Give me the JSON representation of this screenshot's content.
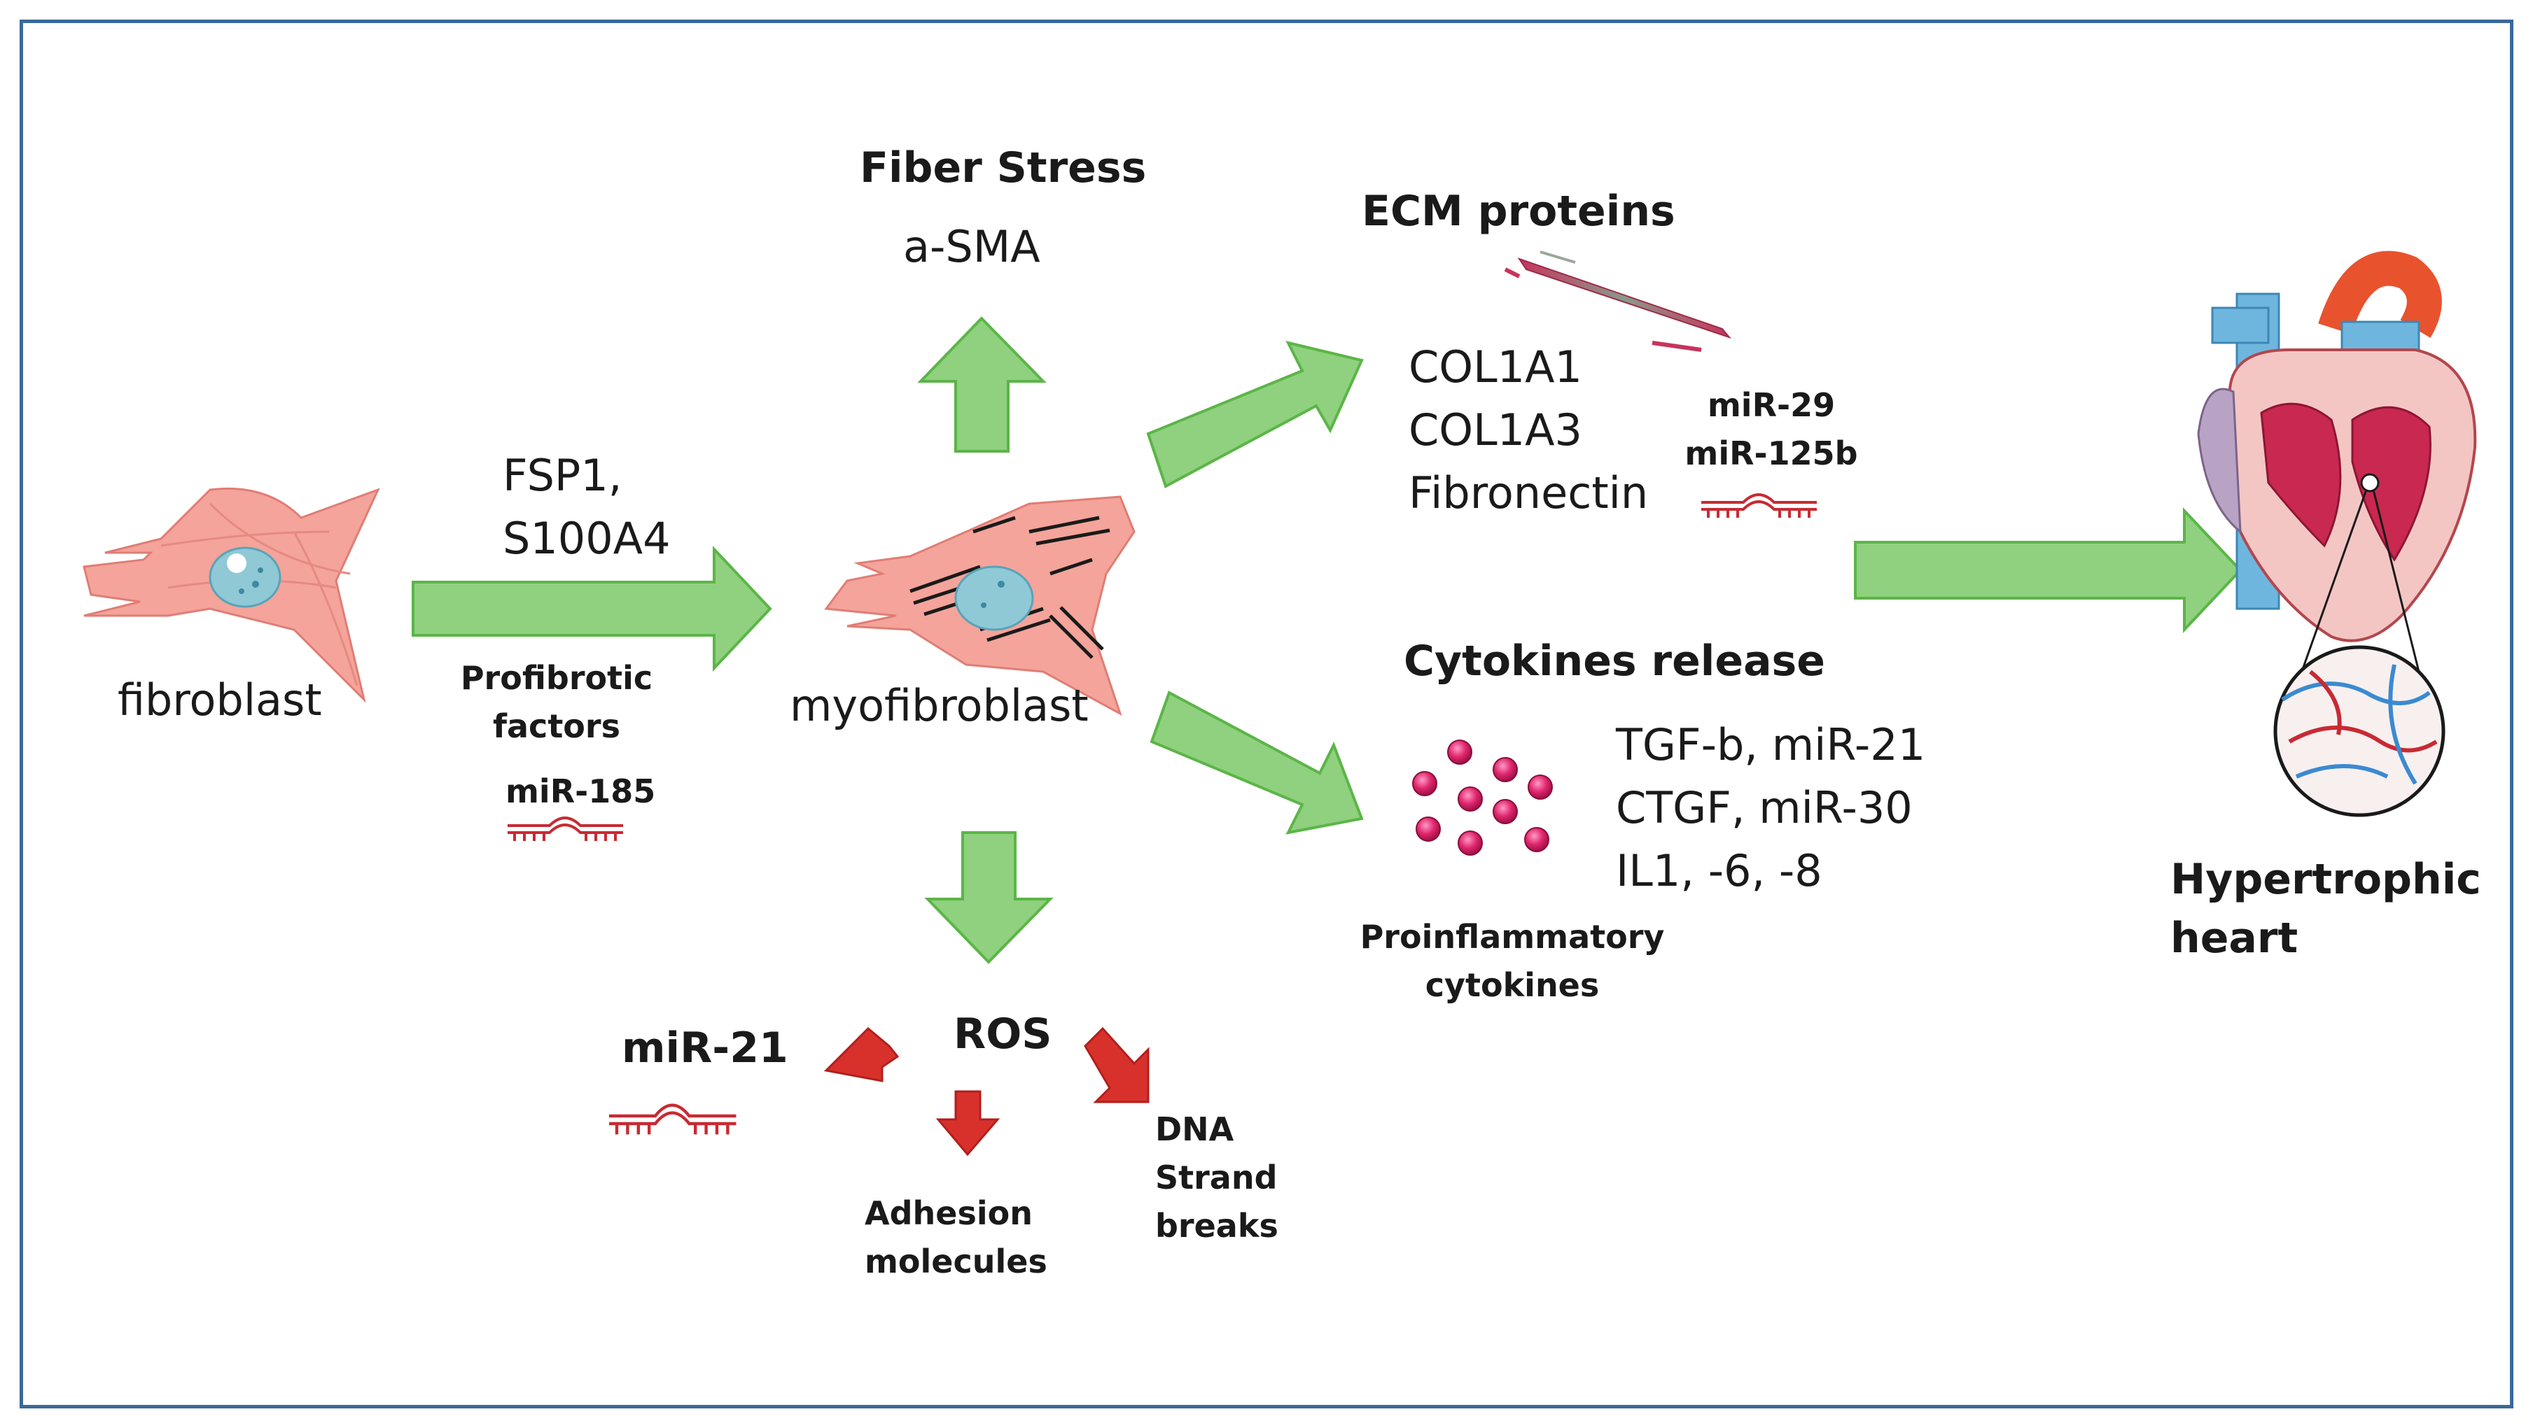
{
  "cells": {
    "fibroblast": "fibroblast",
    "myofibroblast": "myofibroblast"
  },
  "markers": {
    "line1": "FSP1,",
    "line2": "S100A4"
  },
  "profibrotic": {
    "line1": "Profibrotic",
    "line2": "factors",
    "mirna": "miR-185"
  },
  "fiber_stress": {
    "title": "Fiber Stress",
    "item": "a-SMA"
  },
  "ecm": {
    "title": "ECM proteins",
    "items": [
      "COL1A1",
      "COL1A3",
      "Fibronectin"
    ],
    "mirna1": "miR-29",
    "mirna2": "miR-125b"
  },
  "cytokines": {
    "title": "Cytokines release",
    "items": [
      "TGF-b, miR-21",
      "CTGF, miR-30",
      "IL1, -6, -8"
    ],
    "caption1": "Proinflammatory",
    "caption2": "cytokines"
  },
  "ros": {
    "title": "ROS",
    "mirna": "miR-21",
    "adhesion1": "Adhesion",
    "adhesion2": "molecules",
    "dna1": "DNA",
    "dna2": "Strand",
    "dna3": "breaks"
  },
  "heart": {
    "line1": "Hypertrophic",
    "line2": "heart"
  },
  "colors": {
    "green_fill": "#8fd17e",
    "green_stroke": "#5cb548",
    "red_arrow": "#d8312c",
    "cell_pink": "#f4a49a",
    "frame": "#3a6a9a"
  }
}
